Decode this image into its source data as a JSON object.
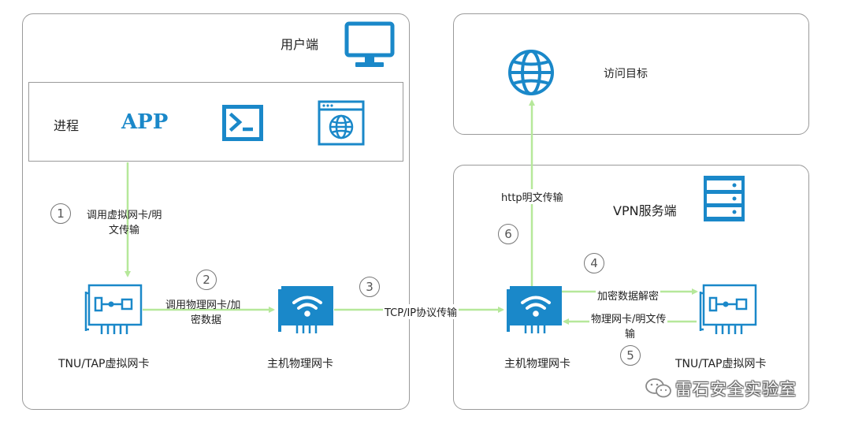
{
  "client": {
    "title": "用户端",
    "process_label": "进程",
    "app_label": "APP",
    "step1": {
      "num": "1",
      "text_line1": "调用虚拟网卡/明",
      "text_line2": "文传输"
    },
    "step2": {
      "num": "2",
      "text_line1": "调用物理网卡/加",
      "text_line2": "密数据"
    },
    "step3": {
      "num": "3",
      "text": "TCP/IP协议传输"
    },
    "virtual_nic_label": "TNU/TAP虚拟网卡",
    "physical_nic_label": "主机物理网卡"
  },
  "target": {
    "title": "访问目标"
  },
  "server": {
    "title": "VPN服务端",
    "step4": {
      "num": "4",
      "text": "加密数据解密"
    },
    "step5": {
      "num": "5",
      "text_line1": "物理网卡/明文传",
      "text_line2": "输"
    },
    "step6": {
      "num": "6",
      "text": "http明文传输"
    },
    "physical_nic_label": "主机物理网卡",
    "virtual_nic_label": "TNU/TAP虚拟网卡"
  },
  "watermark": "雷石安全实验室",
  "colors": {
    "icon_blue": "#1a88c9",
    "arrow_green": "#b6e89a",
    "border_gray": "#9a9a9a"
  },
  "icons": [
    "monitor-icon",
    "terminal-icon",
    "browser-globe-icon",
    "globe-icon",
    "server-icon",
    "virtual-nic-icon",
    "wifi-nic-icon",
    "wechat-icon"
  ]
}
